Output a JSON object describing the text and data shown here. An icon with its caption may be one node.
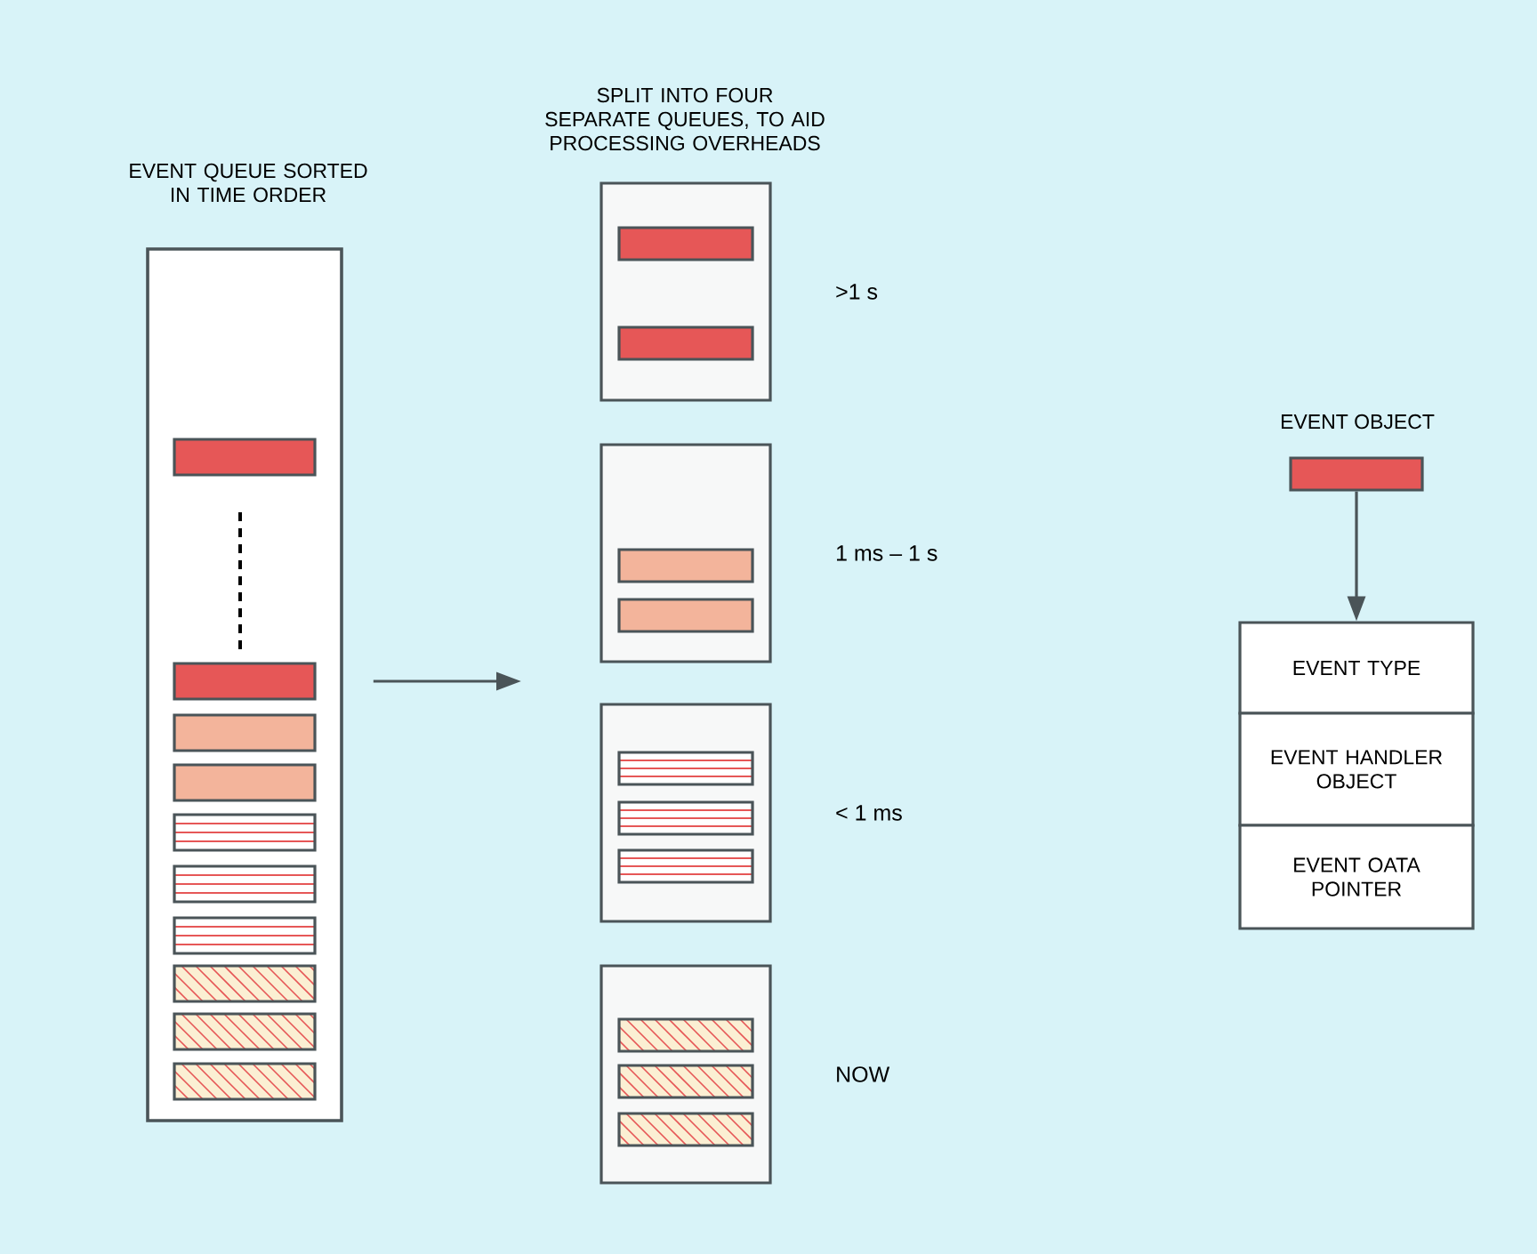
{
  "diagram": {
    "nodes": [
      {
        "text": [
          "EVENT QUEUE SORTED IN TIME ORDER"
        ]
      },
      {
        "text": [],
        "shape": "box",
        "beside": [
          ">1 s"
        ]
      },
      {
        "text": [],
        "shape": "box",
        "beside": [
          "1 ms – 1 s"
        ]
      },
      {
        "text": [],
        "shape": "box",
        "beside": [
          "< 1 ms"
        ]
      },
      {
        "text": [],
        "shape": "box",
        "beside": [
          "NOW"
        ]
      },
      {
        "text": [
          "EVENT OBJECT"
        ]
      },
      {
        "text": [
          "EVENT TYPE"
        ]
      },
      {
        "text": [
          "EVENT HANDLER OBJECT"
        ]
      },
      {
        "text": [
          "EVENT OATA POINTER"
        ]
      }
    ],
    "edges": [
      {
        "from": 0,
        "to": null,
        "arrow": "to"
      },
      {
        "from": 5,
        "to": 6,
        "arrow": "to"
      }
    ],
    "labels": [
      "SPLIT INTO FOUR SEPARATE QUEUES, TO AID PROCESSING OVERHEADS"
    ]
  }
}
